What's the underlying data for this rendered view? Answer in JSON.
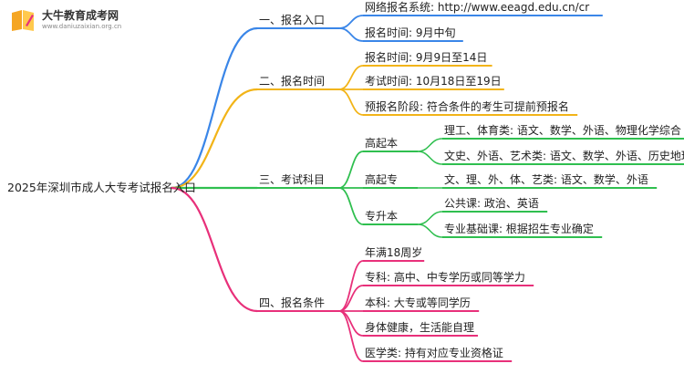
{
  "logo": {
    "title": "大牛教育成考网",
    "url": "www.daniuzaixian.org.cn",
    "icon": "book-pencil-logo-icon"
  },
  "root": {
    "label": "2025年深圳市成人大专考试报名入口"
  },
  "branches": [
    {
      "label": "一、报名入口",
      "color": "#3a86e8",
      "children": [
        {
          "label": "网络报名系统: http://www.eeagd.edu.cn/cr"
        },
        {
          "label": "报名时间: 9月中旬"
        }
      ]
    },
    {
      "label": "二、报名时间",
      "color": "#f2b418",
      "children": [
        {
          "label": "报名时间: 9月9日至14日"
        },
        {
          "label": "考试时间: 10月18日至19日"
        },
        {
          "label": "预报名阶段: 符合条件的考生可提前预报名"
        }
      ]
    },
    {
      "label": "三、考试科目",
      "color": "#2fbf4f",
      "children": [
        {
          "label": "高起本",
          "children": [
            {
              "label": "理工、体育类: 语文、数学、外语、物理化学综合"
            },
            {
              "label": "文史、外语、艺术类: 语文、数学、外语、历史地理综合"
            }
          ]
        },
        {
          "label": "高起专",
          "children": [
            {
              "label": "文、理、外、体、艺类: 语文、数学、外语"
            }
          ]
        },
        {
          "label": "专升本",
          "children": [
            {
              "label": "公共课: 政治、英语"
            },
            {
              "label": "专业基础课: 根据招生专业确定"
            }
          ]
        }
      ]
    },
    {
      "label": "四、报名条件",
      "color": "#e8307a",
      "children": [
        {
          "label": "年满18周岁"
        },
        {
          "label": "专科: 高中、中专学历或同等学力"
        },
        {
          "label": "本科: 大专或等同学历"
        },
        {
          "label": "身体健康，生活能自理"
        },
        {
          "label": "医学类: 持有对应专业资格证"
        }
      ]
    }
  ]
}
